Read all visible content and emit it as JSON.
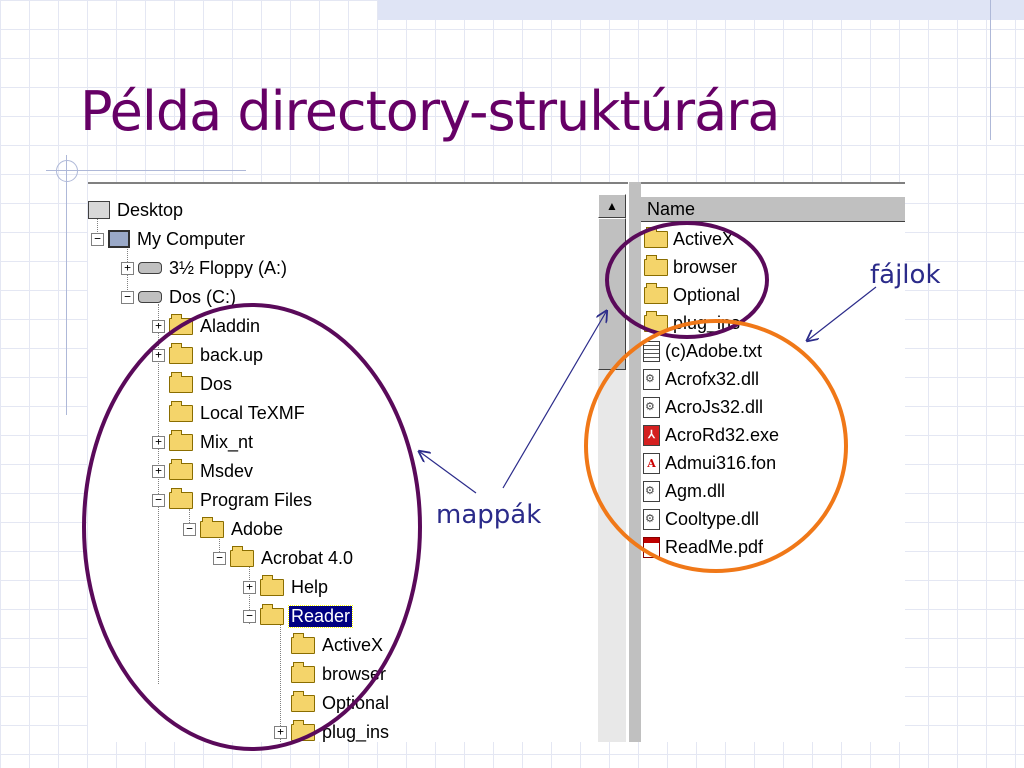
{
  "title": "Példa directory-struktúrára",
  "tree": {
    "items": [
      {
        "label": "Desktop",
        "icon": "desktop-icon"
      },
      {
        "label": "My Computer",
        "icon": "computer-icon"
      },
      {
        "label": "3½ Floppy (A:)",
        "icon": "floppy-drive-icon"
      },
      {
        "label": "Dos (C:)",
        "icon": "hard-drive-icon"
      },
      {
        "label": "Aladdin",
        "icon": "folder-icon"
      },
      {
        "label": "back.up",
        "icon": "folder-icon"
      },
      {
        "label": "Dos",
        "icon": "folder-icon"
      },
      {
        "label": "Local TeXMF",
        "icon": "folder-icon"
      },
      {
        "label": "Mix_nt",
        "icon": "folder-icon"
      },
      {
        "label": "Msdev",
        "icon": "folder-icon"
      },
      {
        "label": "Program Files",
        "icon": "folder-icon"
      },
      {
        "label": "Adobe",
        "icon": "folder-icon"
      },
      {
        "label": "Acrobat 4.0",
        "icon": "folder-icon"
      },
      {
        "label": "Help",
        "icon": "folder-icon"
      },
      {
        "label": "Reader",
        "icon": "open-folder-icon",
        "selected": true
      },
      {
        "label": "ActiveX",
        "icon": "folder-icon"
      },
      {
        "label": "browser",
        "icon": "folder-icon"
      },
      {
        "label": "Optional",
        "icon": "folder-icon"
      },
      {
        "label": "plug_ins",
        "icon": "folder-icon"
      }
    ]
  },
  "list": {
    "column_header": "Name",
    "items": [
      {
        "label": "ActiveX",
        "icon": "folder-icon"
      },
      {
        "label": "browser",
        "icon": "folder-icon"
      },
      {
        "label": "Optional",
        "icon": "folder-icon"
      },
      {
        "label": "plug_ins",
        "icon": "folder-icon"
      },
      {
        "label": "(c)Adobe.txt",
        "icon": "text-file-icon"
      },
      {
        "label": "Acrofx32.dll",
        "icon": "dll-file-icon"
      },
      {
        "label": "AcroJs32.dll",
        "icon": "dll-file-icon"
      },
      {
        "label": "AcroRd32.exe",
        "icon": "acrobat-exe-icon"
      },
      {
        "label": "Admui316.fon",
        "icon": "font-file-icon"
      },
      {
        "label": "Agm.dll",
        "icon": "dll-file-icon"
      },
      {
        "label": "Cooltype.dll",
        "icon": "dll-file-icon"
      },
      {
        "label": "ReadMe.pdf",
        "icon": "pdf-file-icon"
      }
    ]
  },
  "annotations": {
    "folders_label": "mappák",
    "files_label": "fájlok"
  },
  "colors": {
    "title": "#660066",
    "folders_ellipse": "#5a0a5a",
    "files_ellipse": "#f07818",
    "arrows": "#2b2b8a",
    "selection": "#000080"
  }
}
